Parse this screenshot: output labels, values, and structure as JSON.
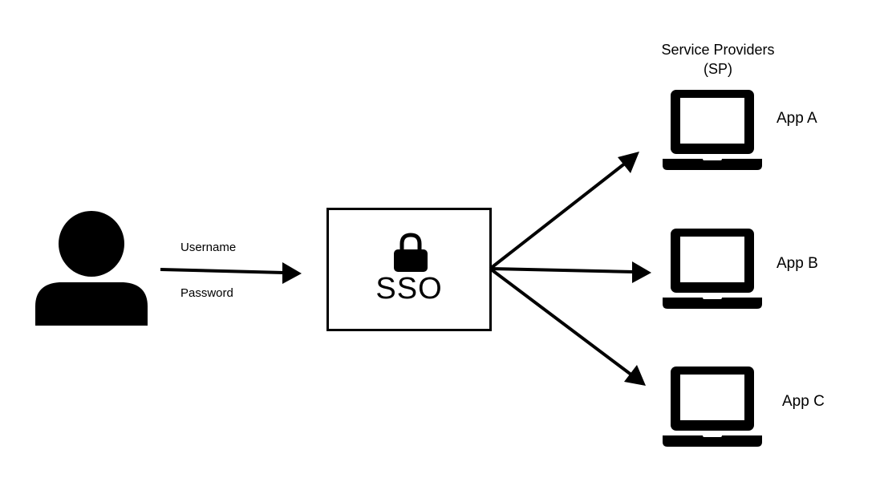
{
  "credentials": {
    "username_label": "Username",
    "password_label": "Password"
  },
  "sso": {
    "label": "SSO",
    "icon": "lock-icon"
  },
  "service_providers": {
    "heading_line1": "Service Providers",
    "heading_line2": "(SP)",
    "apps": [
      {
        "label": "App A",
        "icon": "laptop-icon"
      },
      {
        "label": "App B",
        "icon": "laptop-icon"
      },
      {
        "label": "App C",
        "icon": "laptop-icon"
      }
    ]
  },
  "user": {
    "icon": "user-icon"
  },
  "colors": {
    "stroke": "#000000",
    "background": "#ffffff"
  }
}
